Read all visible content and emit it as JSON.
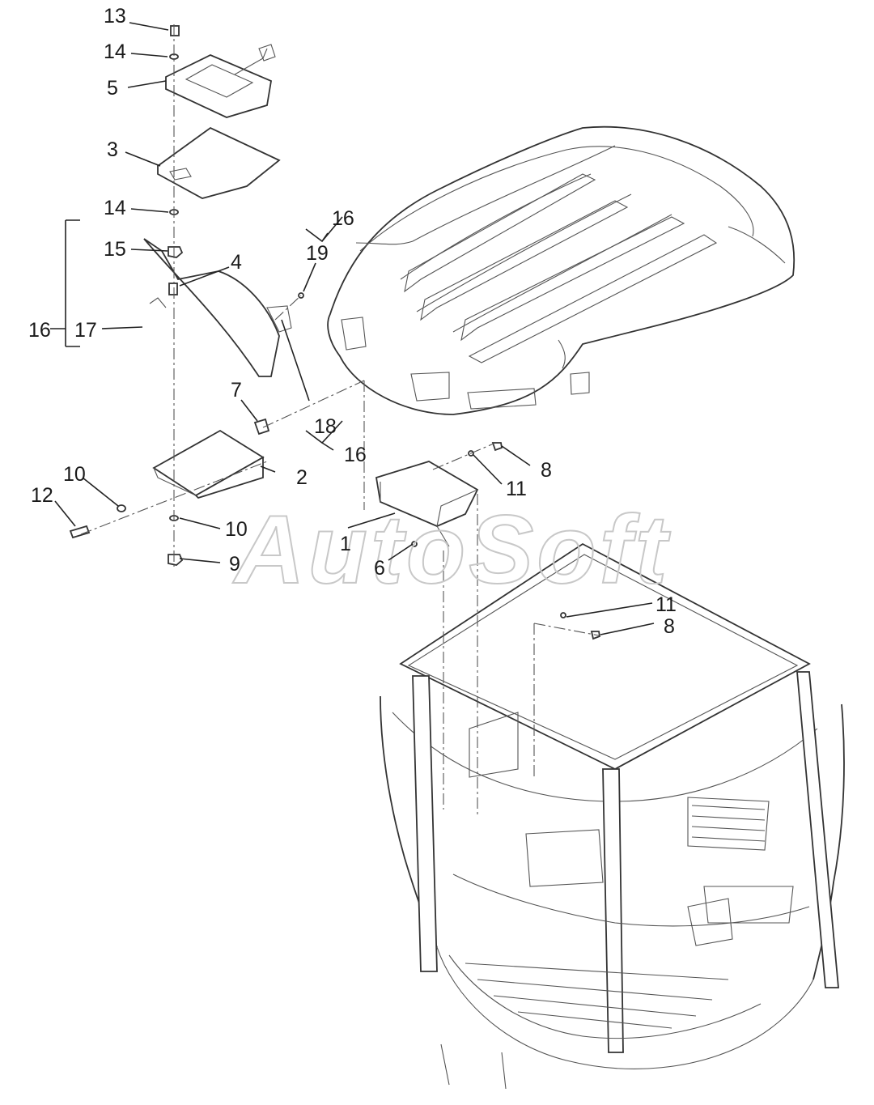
{
  "watermark": "AutoSoft",
  "callouts": [
    "13",
    "14",
    "5",
    "3",
    "14",
    "15",
    "4",
    "16",
    "19",
    "16",
    "17",
    "7",
    "18",
    "16",
    "2",
    "10",
    "12",
    "10",
    "9",
    "1",
    "6",
    "8",
    "11",
    "11",
    "8"
  ]
}
